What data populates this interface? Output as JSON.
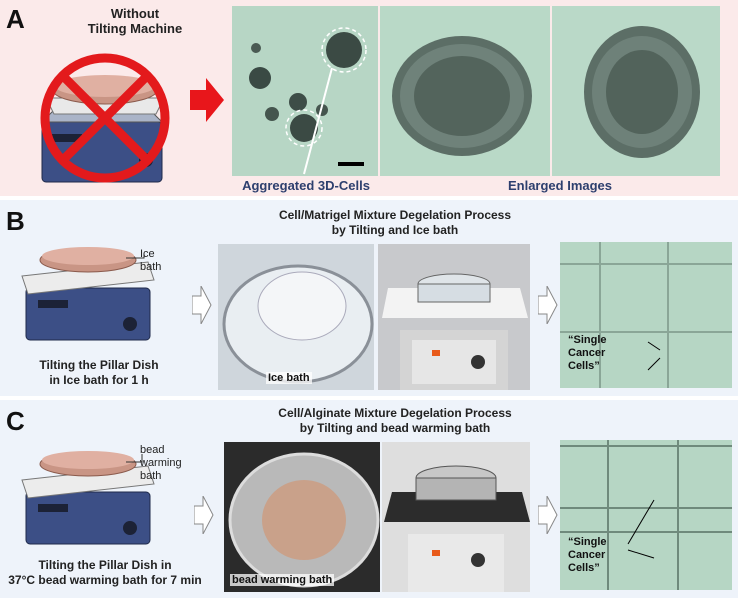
{
  "panel_a": {
    "letter": "A",
    "title_line1": "Without",
    "title_line2": "Tilting Machine",
    "label_aggregated": "Aggregated 3D-Cells",
    "label_enlarged": "Enlarged Images",
    "colors": {
      "background": "#fbeaea",
      "arrow": "#e8161b",
      "label": "#2d3f6e"
    }
  },
  "panel_b": {
    "letter": "B",
    "title_line1": "Cell/Matrigel Mixture Degelation Process",
    "title_line2": "by Tilting and Ice bath",
    "callout_line1": "Ice",
    "callout_line2": "bath",
    "caption_line1": "Tilting the Pillar Dish",
    "caption_line2": "in Ice bath for 1 h",
    "photo_label": "Ice bath",
    "cells_line1": "“Single",
    "cells_line2": "Cancer",
    "cells_line3": "Cells”"
  },
  "panel_c": {
    "letter": "C",
    "title_line1": "Cell/Alginate Mixture Degelation Process",
    "title_line2": "by Tilting and bead warming bath",
    "callout_line1": "bead",
    "callout_line2": "warming",
    "callout_line3": "bath",
    "caption_line1": "Tilting the Pillar Dish in",
    "caption_line2": "37°C bead warming bath for 7 min",
    "photo_label": "bead warming bath",
    "cells_line1": "“Single",
    "cells_line2": "Cancer",
    "cells_line3": "Cells”"
  }
}
